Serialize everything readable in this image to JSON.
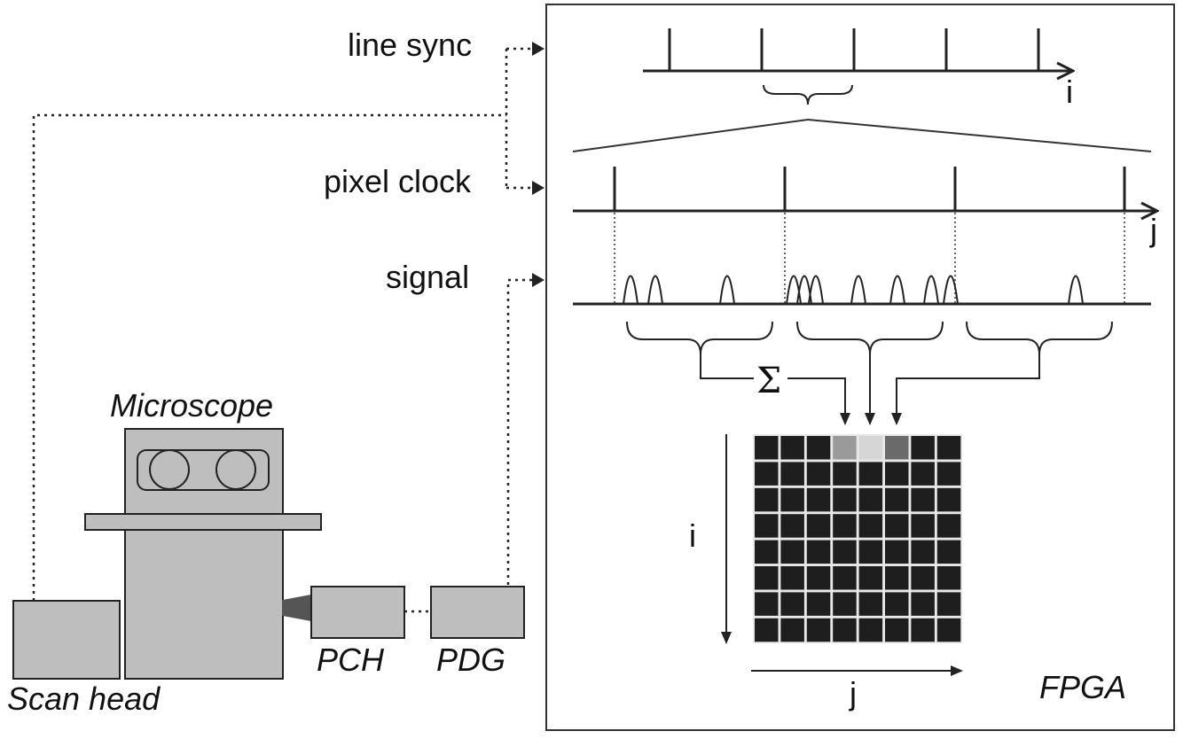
{
  "labels": {
    "line_sync": "line sync",
    "pixel_clock": "pixel clock",
    "signal": "signal",
    "microscope": "Microscope",
    "scan_head": "Scan head",
    "pch": "PCH",
    "pdg": "PDG",
    "fpga": "FPGA",
    "line_axis": "i",
    "pixel_axis": "j",
    "image_row_axis": "i",
    "image_col_axis": "j",
    "sum_symbol": "Σ"
  },
  "colors": {
    "device_fill": "#bebebe",
    "pixel_dark": "#1e1e1e",
    "pixel_gray_mid": "#9a9a9a",
    "pixel_gray_light": "#d6d6d6",
    "pixel_gray_dark": "#6a6a6a",
    "pixel_grid": "#e8e8e8",
    "stroke": "#222222"
  },
  "image_grid": {
    "rows": 8,
    "cols": 8,
    "highlighted_row0": [
      {
        "col": 3,
        "shade": "mid"
      },
      {
        "col": 4,
        "shade": "light"
      },
      {
        "col": 5,
        "shade": "dark"
      }
    ]
  }
}
